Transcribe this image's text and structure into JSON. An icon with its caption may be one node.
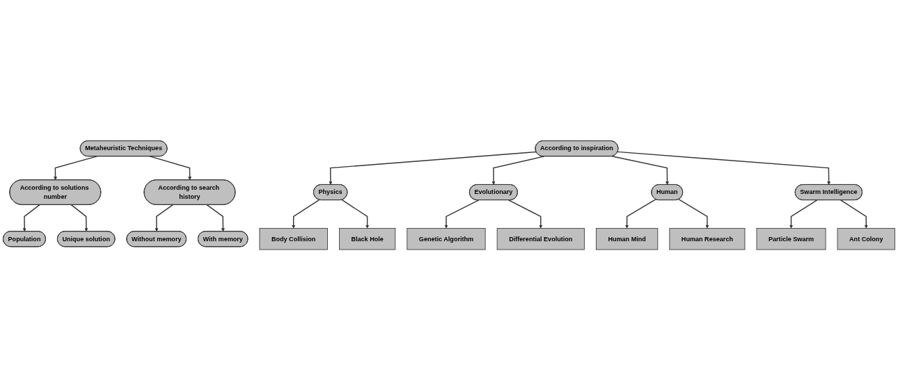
{
  "diagram": {
    "nodes": [
      {
        "text": [
          "Metaheuristic Techniques"
        ]
      },
      {
        "text": [
          "Population"
        ]
      },
      {
        "text": [
          "According to solutions number"
        ]
      },
      {
        "text": [
          "According to inspiration"
        ]
      },
      {
        "text": [
          "According to search history"
        ]
      },
      {
        "text": [
          "Without memory"
        ]
      },
      {
        "text": [
          "Unique solution"
        ]
      },
      {
        "text": [
          "With memory"
        ]
      },
      {
        "text": [
          "Physics"
        ]
      },
      {
        "text": [
          "Evolutionary"
        ]
      },
      {
        "text": [
          "Human"
        ]
      },
      {
        "text": [
          "Swarm Intelligence"
        ]
      },
      {
        "text": [
          "Body Collision"
        ]
      },
      {
        "text": [
          "Black Hole"
        ]
      },
      {
        "text": [
          "Genetic Algorithm"
        ]
      },
      {
        "text": [
          "Differential Evolution"
        ]
      },
      {
        "text": [
          "Human Mind"
        ]
      },
      {
        "text": [
          "Human Research"
        ]
      },
      {
        "text": [
          "Particle Swarm"
        ]
      },
      {
        "text": [
          "Ant Colony"
        ]
      }
    ],
    "edges": [
      {
        "from": 0,
        "to": 2,
        "arrow": "to"
      },
      {
        "from": 0,
        "to": 4,
        "arrow": "to"
      },
      {
        "from": 2,
        "to": 1,
        "arrow": "to"
      },
      {
        "from": 2,
        "to": 6,
        "arrow": "to"
      },
      {
        "from": 4,
        "to": 5,
        "arrow": "to"
      },
      {
        "from": 4,
        "to": 7,
        "arrow": "to"
      },
      {
        "from": 3,
        "to": 8,
        "arrow": "to"
      },
      {
        "from": 3,
        "to": 9,
        "arrow": "to"
      },
      {
        "from": 3,
        "to": 10,
        "arrow": "to"
      },
      {
        "from": 3,
        "to": 11,
        "arrow": "to"
      },
      {
        "from": 8,
        "to": 12,
        "arrow": "to"
      },
      {
        "from": 8,
        "to": 13,
        "arrow": "to"
      },
      {
        "from": 9,
        "to": 14,
        "arrow": "to"
      },
      {
        "from": 9,
        "to": 15,
        "arrow": "to"
      },
      {
        "from": 10,
        "to": 16,
        "arrow": "to"
      },
      {
        "from": 10,
        "to": 17,
        "arrow": "to"
      },
      {
        "from": 11,
        "to": 18,
        "arrow": "to"
      },
      {
        "from": 11,
        "to": 19,
        "arrow": "to"
      }
    ]
  }
}
